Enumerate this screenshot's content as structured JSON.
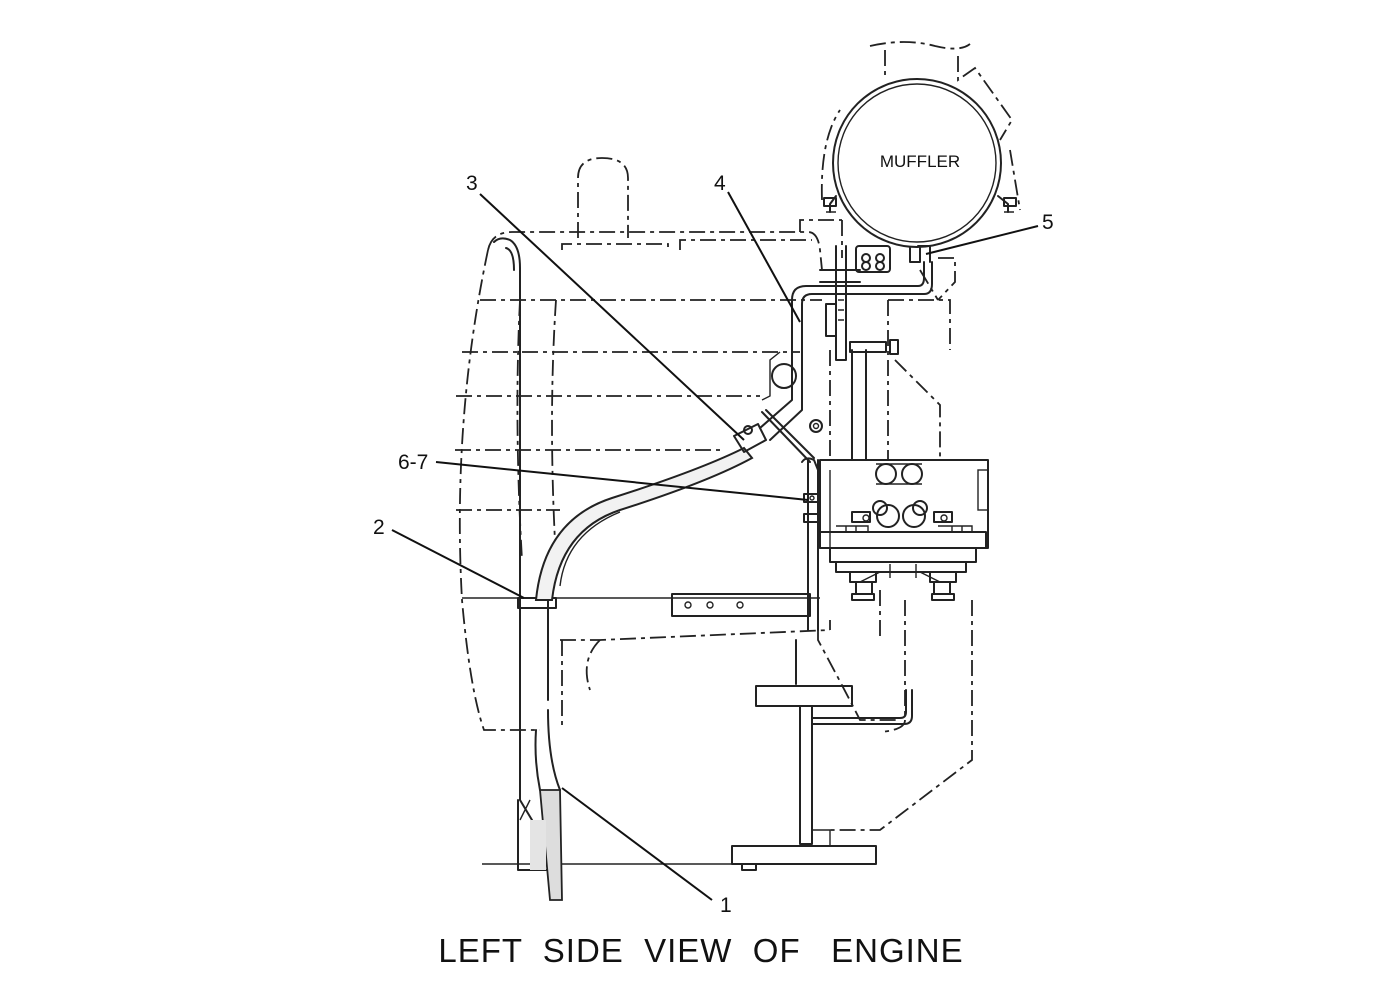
{
  "callouts": {
    "c1": "1",
    "c2": "2",
    "c3": "3",
    "c4": "4",
    "c5": "5",
    "c67": "6-7"
  },
  "labels": {
    "muffler": "MUFFLER",
    "caption": "LEFT  SIDE  VIEW  OF   ENGINE"
  },
  "colors": {
    "line": "#222222",
    "background": "#ffffff"
  }
}
